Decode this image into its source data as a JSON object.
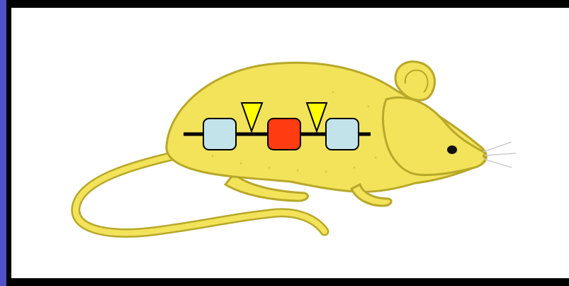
{
  "figure": {
    "subject_icon": "mouse-icon",
    "colors": {
      "background_outer": "#000000",
      "left_edge": "#5050c8",
      "panel": "#ffffff",
      "mouse_body": "#f2e35a",
      "mouse_outline": "#b8a82a",
      "construct_line": "#000000",
      "flank_box": "#c3e3ea",
      "center_box": "#ff3b12",
      "site_marker": "#ffff00"
    },
    "construct": {
      "elements": [
        {
          "role": "flank",
          "icon": "rounded-square-icon"
        },
        {
          "role": "site",
          "icon": "triangle-down-icon"
        },
        {
          "role": "target",
          "icon": "rounded-square-icon"
        },
        {
          "role": "site",
          "icon": "triangle-down-icon"
        },
        {
          "role": "flank",
          "icon": "rounded-square-icon"
        }
      ]
    }
  }
}
